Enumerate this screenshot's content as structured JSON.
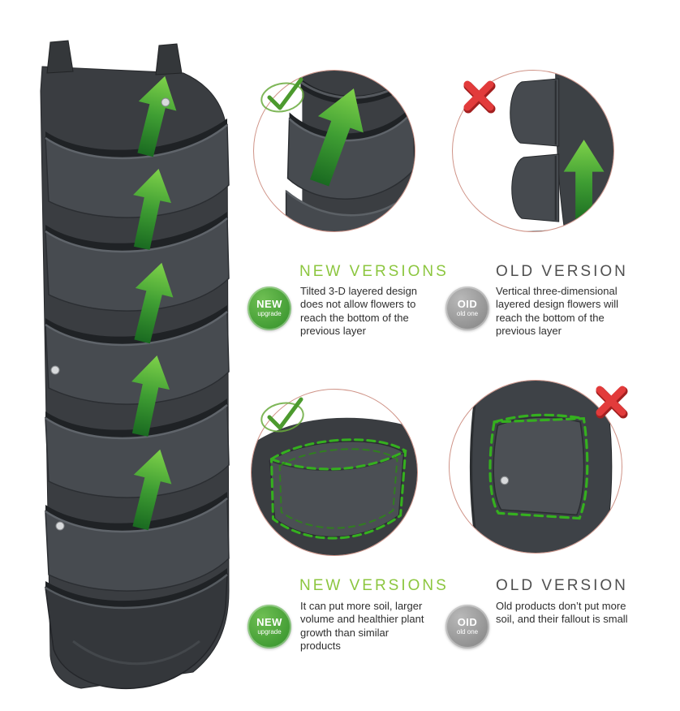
{
  "colors": {
    "accent_green": "#8cc63f",
    "badge_green": "#3f9a32",
    "badge_gray": "#9a9a9a",
    "cross_red": "#e23b3b",
    "fabric_dark": "#3a3d41",
    "heading_old": "#4f4f4f"
  },
  "icons": {
    "check": "✓",
    "cross": "✕",
    "arrow_up": "↑"
  },
  "comparisons": [
    {
      "new": {
        "heading": "NEW VERSIONS",
        "badge": {
          "title": "NEW",
          "subtitle": "upgrade"
        },
        "description": "Tilted 3-D layered design does not allow flowers to reach the bottom of the previous layer"
      },
      "old": {
        "heading": "OLD VERSION",
        "badge": {
          "title": "OID",
          "subtitle": "old one"
        },
        "description": "Vertical three-dimensional layered design flowers will reach the bottom of the previous layer"
      }
    },
    {
      "new": {
        "heading": "NEW VERSIONS",
        "badge": {
          "title": "NEW",
          "subtitle": "upgrade"
        },
        "description": "It can put more soil, larger volume and healthier plant growth than similar products"
      },
      "old": {
        "heading": "OLD VERSION",
        "badge": {
          "title": "OID",
          "subtitle": "old one"
        },
        "description": "Old products don’t put more soil, and their fallout is small"
      }
    }
  ]
}
